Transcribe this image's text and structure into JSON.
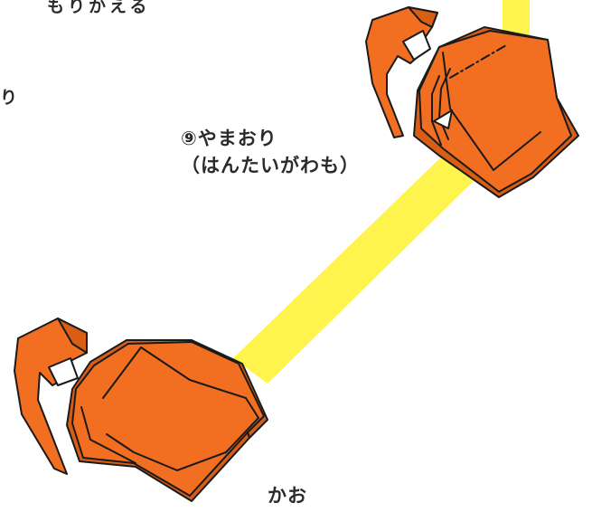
{
  "colors": {
    "paper_front": "#f26f21",
    "paper_shadow": "#d95e15",
    "outline": "#1a1a1a",
    "ribbon": "#fff34d",
    "text": "#2b2b2b",
    "background": "#ffffff"
  },
  "labels": {
    "top_fragment": "もりかえる",
    "left_fragment": "り",
    "step_title": "⑨やまおり",
    "step_subtitle": "（はんたいがわも）",
    "face": "かお"
  }
}
